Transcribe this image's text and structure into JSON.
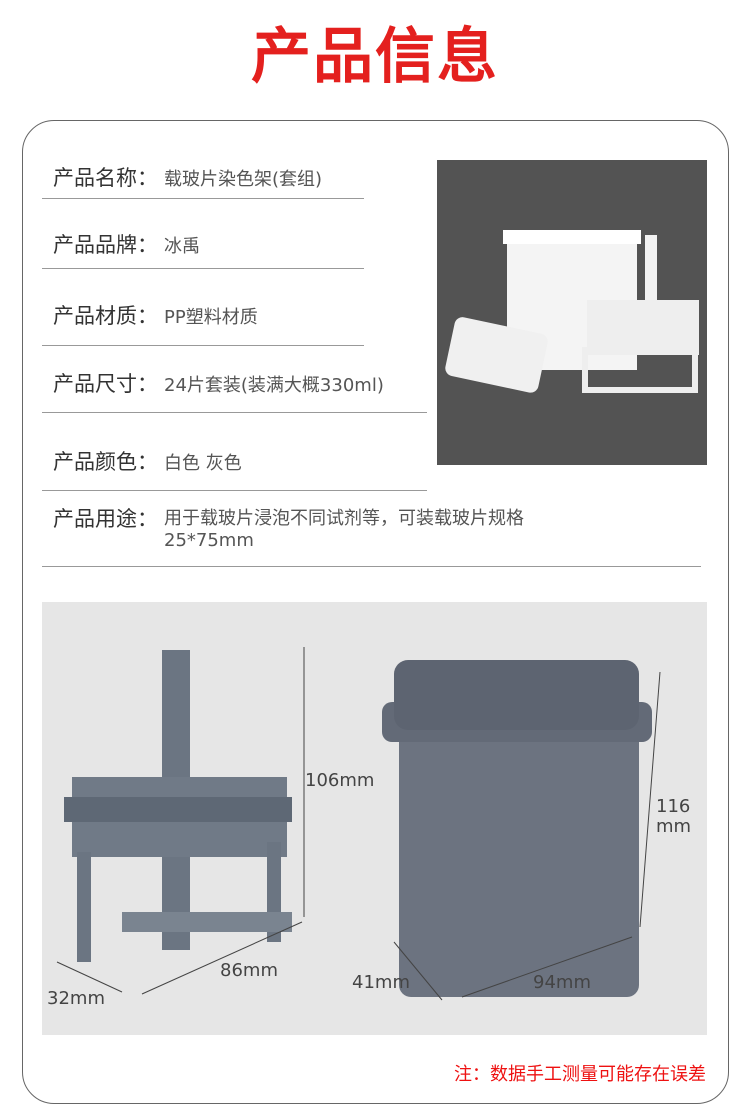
{
  "title": "产品信息",
  "specs": [
    {
      "label": "产品名称：",
      "value": "载玻片染色架(套组)"
    },
    {
      "label": "产品品牌：",
      "value": "冰禹"
    },
    {
      "label": "产品材质：",
      "value": "PP塑料材质"
    },
    {
      "label": "产品尺寸：",
      "value": "24片套装(装满大概330ml)"
    },
    {
      "label": "产品颜色：",
      "value": "白色 灰色"
    },
    {
      "label": "产品用途：",
      "value": "用于载玻片浸泡不同试剂等，可装载玻片规格",
      "value2": "25*75mm"
    }
  ],
  "dimensions": {
    "rack_height": "106mm",
    "rack_length": "86mm",
    "rack_width": "32mm",
    "box_height_1": "116",
    "box_height_2": "mm",
    "box_depth": "41mm",
    "box_length": "94mm"
  },
  "note": "注：数据手工测量可能存在误差",
  "colors": {
    "accent": "#e4201e",
    "note": "#ee1111"
  }
}
